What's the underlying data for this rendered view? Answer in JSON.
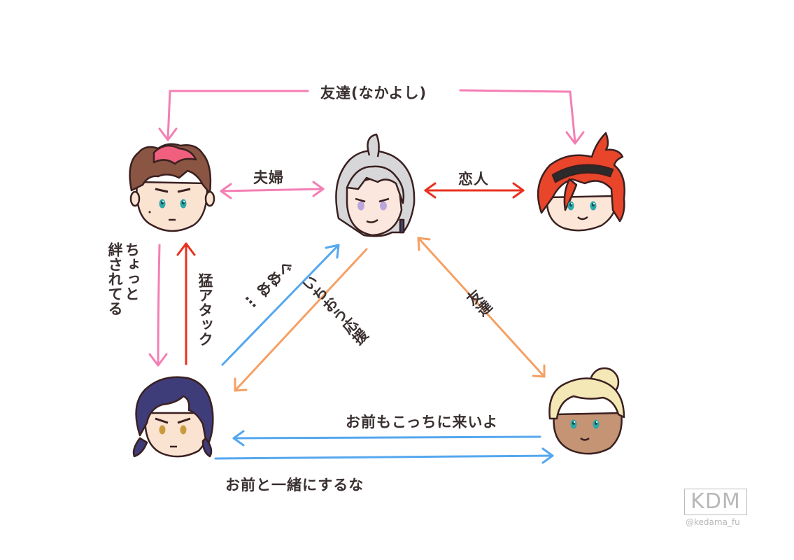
{
  "labels": {
    "friends_top": "友達(なかよし)",
    "married": "夫婦",
    "lovers": "恋人",
    "bond": "ちょっと\n絆されてる",
    "attack": "猛アタック",
    "guwa": "ぐぬぬ…",
    "support": "いちおう応援",
    "friends_right": "友達",
    "come_here": "お前もこっちに来いよ",
    "dont_lump": "お前と一緒にするな"
  },
  "watermark": {
    "logo": "KDM",
    "handle": "@kedama_fu"
  },
  "colors": {
    "pink": "#f47fb4",
    "red": "#e8311f",
    "blue": "#55a7ee",
    "orange": "#f5a064",
    "text": "#3a3030"
  }
}
